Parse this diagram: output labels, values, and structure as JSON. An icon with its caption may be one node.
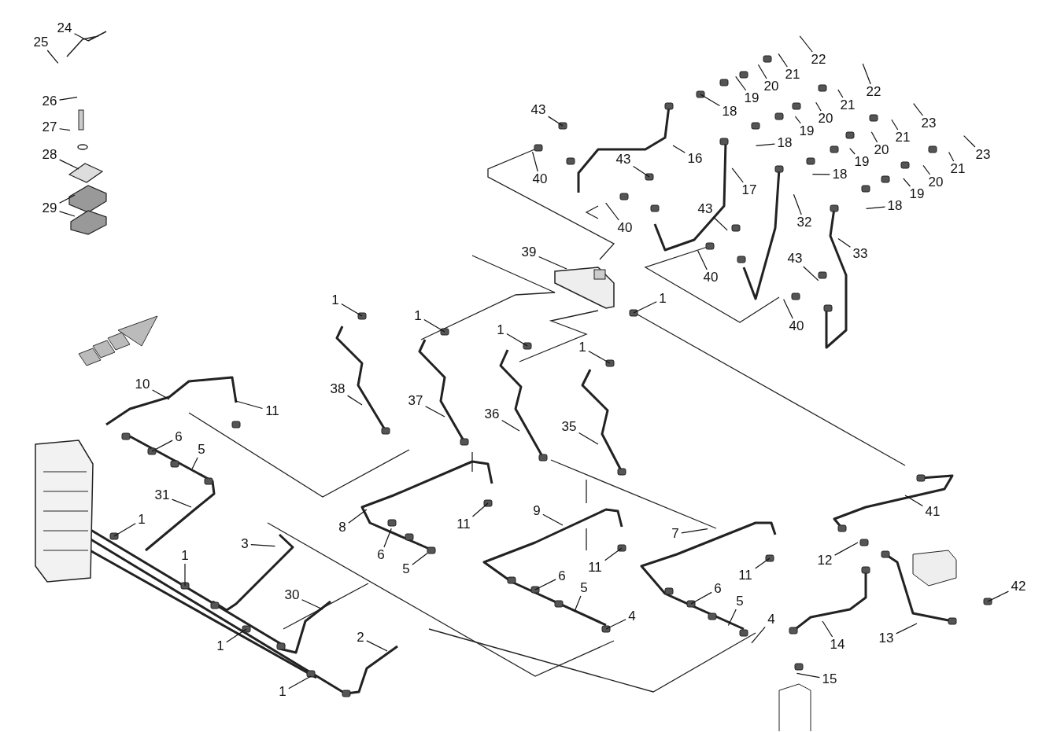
{
  "diagram": {
    "nodes": [
      {
        "text": [
          "24"
        ]
      },
      {
        "text": [
          "25"
        ]
      },
      {
        "text": [
          "26"
        ]
      },
      {
        "text": [
          "27"
        ]
      },
      {
        "text": [
          "28"
        ]
      },
      {
        "text": [
          "29"
        ]
      },
      {
        "text": [
          "43"
        ]
      },
      {
        "text": [
          "40"
        ]
      },
      {
        "text": [
          "16"
        ]
      },
      {
        "text": [
          "18"
        ]
      },
      {
        "text": [
          "19"
        ]
      },
      {
        "text": [
          "20"
        ]
      },
      {
        "text": [
          "21"
        ]
      },
      {
        "text": [
          "22"
        ]
      },
      {
        "text": [
          "22"
        ]
      },
      {
        "text": [
          "21"
        ]
      },
      {
        "text": [
          "20"
        ]
      },
      {
        "text": [
          "19"
        ]
      },
      {
        "text": [
          "18"
        ]
      },
      {
        "text": [
          "23"
        ]
      },
      {
        "text": [
          "21"
        ]
      },
      {
        "text": [
          "20"
        ]
      },
      {
        "text": [
          "19"
        ]
      },
      {
        "text": [
          "18"
        ]
      },
      {
        "text": [
          "23"
        ]
      },
      {
        "text": [
          "21"
        ]
      },
      {
        "text": [
          "20"
        ]
      },
      {
        "text": [
          "19"
        ]
      },
      {
        "text": [
          "18"
        ]
      },
      {
        "text": [
          "43"
        ]
      },
      {
        "text": [
          "40"
        ]
      },
      {
        "text": [
          "17"
        ]
      },
      {
        "text": [
          "43"
        ]
      },
      {
        "text": [
          "40"
        ]
      },
      {
        "text": [
          "32"
        ]
      },
      {
        "text": [
          "43"
        ]
      },
      {
        "text": [
          "40"
        ]
      },
      {
        "text": [
          "33"
        ]
      },
      {
        "text": [
          "39"
        ]
      },
      {
        "text": [
          "1"
        ]
      },
      {
        "text": [
          "1"
        ]
      },
      {
        "text": [
          "1"
        ]
      },
      {
        "text": [
          "1"
        ]
      },
      {
        "text": [
          "1"
        ]
      },
      {
        "text": [
          "10"
        ]
      },
      {
        "text": [
          "11"
        ]
      },
      {
        "text": [
          "38"
        ]
      },
      {
        "text": [
          "37"
        ]
      },
      {
        "text": [
          "36"
        ]
      },
      {
        "text": [
          "35"
        ]
      },
      {
        "text": [
          "6"
        ]
      },
      {
        "text": [
          "5"
        ]
      },
      {
        "text": [
          "31"
        ]
      },
      {
        "text": [
          "11"
        ]
      },
      {
        "text": [
          "41"
        ]
      },
      {
        "text": [
          "8"
        ]
      },
      {
        "text": [
          "9"
        ]
      },
      {
        "text": [
          "7"
        ]
      },
      {
        "text": [
          "1"
        ]
      },
      {
        "text": [
          "3"
        ]
      },
      {
        "text": [
          "6"
        ]
      },
      {
        "text": [
          "5"
        ]
      },
      {
        "text": [
          "1"
        ]
      },
      {
        "text": [
          "11"
        ]
      },
      {
        "text": [
          "11"
        ]
      },
      {
        "text": [
          "12"
        ]
      },
      {
        "text": [
          "42"
        ]
      },
      {
        "text": [
          "6"
        ]
      },
      {
        "text": [
          "5"
        ]
      },
      {
        "text": [
          "6"
        ]
      },
      {
        "text": [
          "5"
        ]
      },
      {
        "text": [
          "30"
        ]
      },
      {
        "text": [
          "4"
        ]
      },
      {
        "text": [
          "4"
        ]
      },
      {
        "text": [
          "1"
        ]
      },
      {
        "text": [
          "2"
        ]
      },
      {
        "text": [
          "14"
        ]
      },
      {
        "text": [
          "13"
        ]
      },
      {
        "text": [
          "15"
        ]
      },
      {
        "text": [
          "1"
        ]
      }
    ],
    "edges": [
      {
        "from": 0,
        "to": null,
        "arrow": "none"
      },
      {
        "from": 1,
        "to": null,
        "arrow": "none"
      },
      {
        "from": 2,
        "to": null,
        "arrow": "none"
      },
      {
        "from": 3,
        "to": null,
        "arrow": "none"
      },
      {
        "from": 4,
        "to": null,
        "arrow": "none"
      },
      {
        "from": 5,
        "to": null,
        "arrow": "none"
      },
      {
        "from": 5,
        "to": null,
        "arrow": "none"
      },
      {
        "from": 6,
        "to": null,
        "arrow": "none"
      },
      {
        "from": 7,
        "to": null,
        "arrow": "none"
      },
      {
        "from": 8,
        "to": null,
        "arrow": "none"
      },
      {
        "from": 9,
        "to": null,
        "arrow": "none"
      },
      {
        "from": 10,
        "to": null,
        "arrow": "none"
      },
      {
        "from": 11,
        "to": null,
        "arrow": "none"
      },
      {
        "from": 12,
        "to": null,
        "arrow": "none"
      },
      {
        "from": 13,
        "to": null,
        "arrow": "none"
      },
      {
        "from": 14,
        "to": null,
        "arrow": "none"
      },
      {
        "from": 15,
        "to": null,
        "arrow": "none"
      },
      {
        "from": 16,
        "to": null,
        "arrow": "none"
      },
      {
        "from": 17,
        "to": null,
        "arrow": "none"
      },
      {
        "from": 18,
        "to": null,
        "arrow": "none"
      },
      {
        "from": 19,
        "to": null,
        "arrow": "none"
      },
      {
        "from": 20,
        "to": null,
        "arrow": "none"
      },
      {
        "from": 21,
        "to": null,
        "arrow": "none"
      },
      {
        "from": 22,
        "to": null,
        "arrow": "none"
      },
      {
        "from": 23,
        "to": null,
        "arrow": "none"
      },
      {
        "from": 24,
        "to": null,
        "arrow": "none"
      },
      {
        "from": 25,
        "to": null,
        "arrow": "none"
      },
      {
        "from": 26,
        "to": null,
        "arrow": "none"
      },
      {
        "from": 27,
        "to": null,
        "arrow": "none"
      },
      {
        "from": 28,
        "to": null,
        "arrow": "none"
      },
      {
        "from": 29,
        "to": null,
        "arrow": "none"
      },
      {
        "from": 30,
        "to": null,
        "arrow": "none"
      },
      {
        "from": 31,
        "to": null,
        "arrow": "none"
      },
      {
        "from": 32,
        "to": null,
        "arrow": "none"
      },
      {
        "from": 33,
        "to": null,
        "arrow": "none"
      },
      {
        "from": 34,
        "to": null,
        "arrow": "none"
      },
      {
        "from": 35,
        "to": null,
        "arrow": "none"
      },
      {
        "from": 36,
        "to": null,
        "arrow": "none"
      },
      {
        "from": 37,
        "to": null,
        "arrow": "none"
      },
      {
        "from": 38,
        "to": null,
        "arrow": "none"
      },
      {
        "from": 39,
        "to": null,
        "arrow": "none"
      },
      {
        "from": 40,
        "to": null,
        "arrow": "none"
      },
      {
        "from": 41,
        "to": null,
        "arrow": "none"
      },
      {
        "from": 42,
        "to": null,
        "arrow": "none"
      },
      {
        "from": 43,
        "to": null,
        "arrow": "none"
      },
      {
        "from": 44,
        "to": null,
        "arrow": "none"
      },
      {
        "from": 45,
        "to": null,
        "arrow": "none"
      },
      {
        "from": 46,
        "to": null,
        "arrow": "none"
      },
      {
        "from": 47,
        "to": null,
        "arrow": "none"
      },
      {
        "from": 48,
        "to": null,
        "arrow": "none"
      },
      {
        "from": 49,
        "to": null,
        "arrow": "none"
      },
      {
        "from": 50,
        "to": null,
        "arrow": "none"
      },
      {
        "from": 51,
        "to": null,
        "arrow": "none"
      },
      {
        "from": 52,
        "to": null,
        "arrow": "none"
      },
      {
        "from": 53,
        "to": null,
        "arrow": "none"
      },
      {
        "from": 54,
        "to": null,
        "arrow": "none"
      },
      {
        "from": 55,
        "to": null,
        "arrow": "none"
      },
      {
        "from": 56,
        "to": null,
        "arrow": "none"
      },
      {
        "from": 57,
        "to": null,
        "arrow": "none"
      },
      {
        "from": 58,
        "to": null,
        "arrow": "none"
      },
      {
        "from": 59,
        "to": null,
        "arrow": "none"
      },
      {
        "from": 60,
        "to": null,
        "arrow": "none"
      },
      {
        "from": 61,
        "to": null,
        "arrow": "none"
      },
      {
        "from": 62,
        "to": null,
        "arrow": "none"
      },
      {
        "from": 63,
        "to": null,
        "arrow": "none"
      },
      {
        "from": 64,
        "to": null,
        "arrow": "none"
      },
      {
        "from": 65,
        "to": null,
        "arrow": "none"
      },
      {
        "from": 66,
        "to": null,
        "arrow": "none"
      },
      {
        "from": 67,
        "to": null,
        "arrow": "none"
      },
      {
        "from": 68,
        "to": null,
        "arrow": "none"
      },
      {
        "from": 69,
        "to": null,
        "arrow": "none"
      },
      {
        "from": 70,
        "to": null,
        "arrow": "none"
      },
      {
        "from": 71,
        "to": null,
        "arrow": "none"
      },
      {
        "from": 72,
        "to": null,
        "arrow": "none"
      },
      {
        "from": 73,
        "to": null,
        "arrow": "none"
      },
      {
        "from": 74,
        "to": null,
        "arrow": "none"
      },
      {
        "from": 75,
        "to": null,
        "arrow": "none"
      },
      {
        "from": 76,
        "to": null,
        "arrow": "none"
      },
      {
        "from": 77,
        "to": null,
        "arrow": "none"
      },
      {
        "from": 78,
        "to": null,
        "arrow": "none"
      },
      {
        "from": 79,
        "to": null,
        "arrow": "none"
      }
    ]
  }
}
